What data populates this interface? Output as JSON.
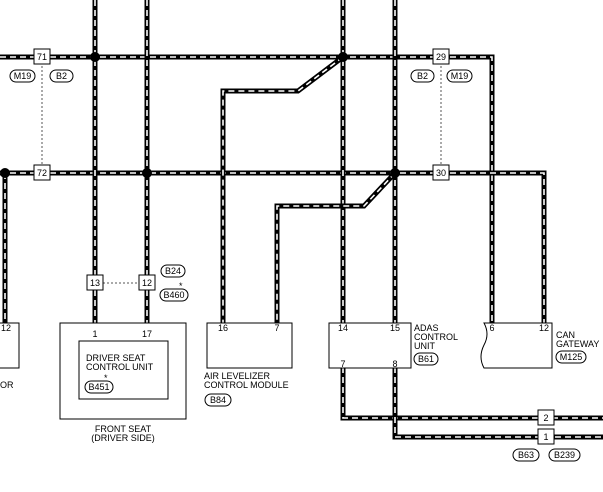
{
  "components": {
    "driver_seat": {
      "line1": "DRIVER SEAT",
      "line2": "CONTROL UNIT",
      "star": "*",
      "connector": "B451",
      "pin_a": "1",
      "pin_b": "17"
    },
    "front_seat": {
      "line1": "FRONT SEAT",
      "line2": "(DRIVER SIDE)"
    },
    "air_leveler": {
      "line1": "AIR LEVELIZER",
      "line2": "CONTROL MODULE",
      "connector": "B84",
      "pin_a": "16",
      "pin_b": "7"
    },
    "adas": {
      "line1": "ADAS",
      "line2": "CONTROL",
      "line3": "UNIT",
      "connector": "B61",
      "pin_top_a": "14",
      "pin_top_b": "15",
      "pin_bot_a": "7",
      "pin_bot_b": "8"
    },
    "can_gateway": {
      "line1": "CAN",
      "line2": "GATEWAY",
      "connector": "M125",
      "pin_a": "6",
      "pin_b": "12"
    },
    "left_partial": {
      "pin": "12",
      "text": "OR"
    }
  },
  "connectors": {
    "c71": "71",
    "c72": "72",
    "c29": "29",
    "c30": "30",
    "c13": "13",
    "c12": "12",
    "c2": "2",
    "c1": "1"
  },
  "labels": {
    "m19_left": "M19",
    "b2_left": "B2",
    "b2_right": "B2",
    "m19_right": "M19",
    "b24": "B24",
    "b460": "B460",
    "star_b460": "*",
    "b63": "B63",
    "b239": "B239"
  }
}
